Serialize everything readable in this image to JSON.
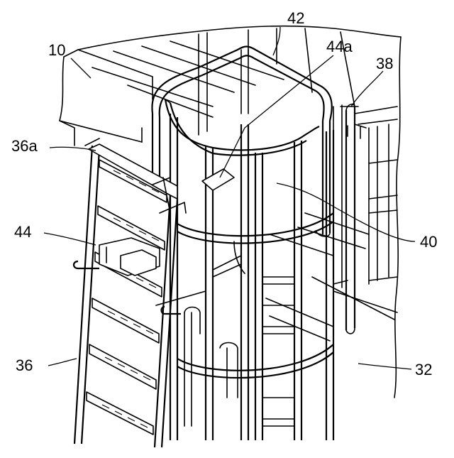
{
  "figure": {
    "labels": {
      "n10": "10",
      "n42": "42",
      "n44a": "44a",
      "n38": "38",
      "n36a": "36a",
      "n40": "40",
      "n44": "44",
      "n36": "36",
      "n32": "32"
    },
    "colors": {
      "ink": "#000000",
      "paper": "#ffffff"
    }
  }
}
